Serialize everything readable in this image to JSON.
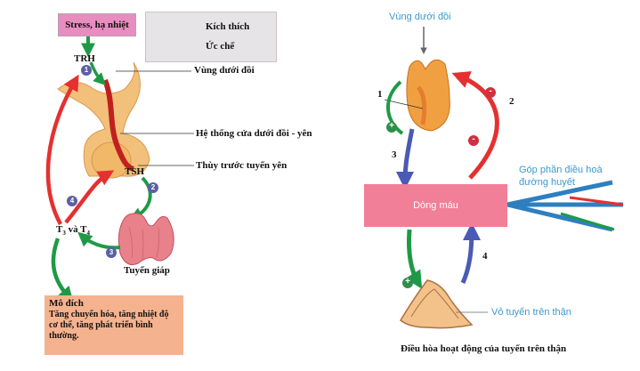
{
  "left_diagram": {
    "stress_label": "Stress, hạ nhiệt",
    "legend": {
      "stimulate_label": "Kích thích",
      "inhibit_label": "Ức chế",
      "stimulate_color": "#1e9a46",
      "inhibit_color": "#e53030"
    },
    "trh_label": "TRH",
    "tsh_label": "TSH",
    "t3t4_main": "T",
    "t3t4_sub3": "3",
    "t3t4_mid": " và T",
    "t3t4_sub4": "4",
    "hypothalamus_label": "Vùng dưới đồi",
    "portal_system_label": "Hệ thống cửa dưới đồi - yên",
    "anterior_pituitary_label": "Thùy trước tuyến yên",
    "thyroid_label": "Tuyến giáp",
    "step_numbers": [
      "1",
      "2",
      "3",
      "4"
    ],
    "target": {
      "title": "Mô đích",
      "text": "Tăng chuyển hóa, tăng nhiệt độ cơ thể, tăng phát triển bình thường."
    }
  },
  "right_diagram": {
    "hypothalamus_label": "Vùng dưới đồi",
    "blood_label": "Dòng máu",
    "glucose_label": "Góp phần điều hoà đường huyết",
    "adrenal_cortex_label": "Vỏ tuyến trên thận",
    "caption": "Điều hòa hoạt động của tuyến trên thận",
    "numbers": [
      "1",
      "2",
      "3",
      "4"
    ],
    "plus_sign": "+",
    "minus_sign": "-"
  }
}
